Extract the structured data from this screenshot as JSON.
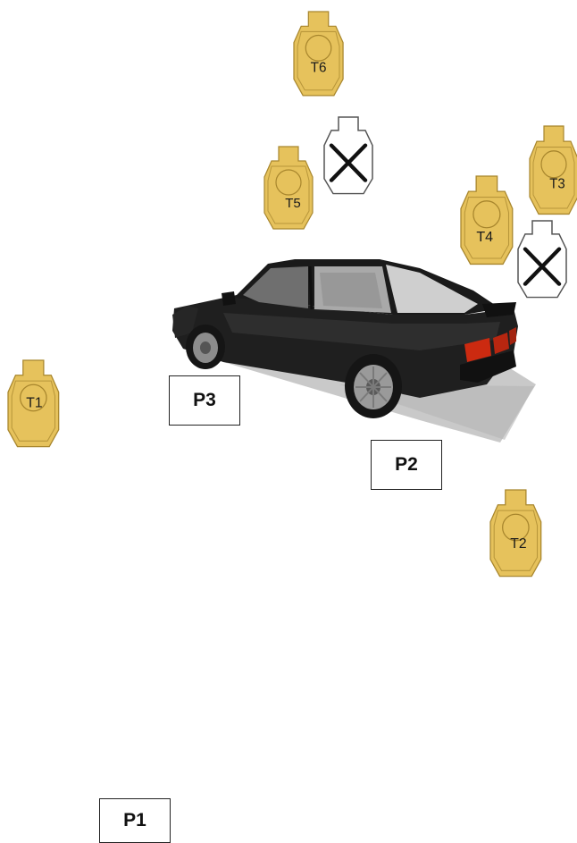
{
  "colors": {
    "shoot_target": "#e6c25c",
    "shoot_target_outline": "#a8862d",
    "no_shoot_outline": "#555555",
    "car_body": "#1d1d1d",
    "tail_light": "#cc2a10",
    "position_border": "#222222"
  },
  "targets": [
    {
      "id": "T1",
      "label": "T1",
      "kind": "shoot"
    },
    {
      "id": "T2",
      "label": "T2",
      "kind": "shoot"
    },
    {
      "id": "T3",
      "label": "T3",
      "kind": "shoot"
    },
    {
      "id": "T4",
      "label": "T4",
      "kind": "shoot"
    },
    {
      "id": "T5",
      "label": "T5",
      "kind": "shoot"
    },
    {
      "id": "T6",
      "label": "T6",
      "kind": "shoot"
    },
    {
      "id": "NS1",
      "label": "",
      "kind": "no-shoot",
      "icon": "x-mark-icon"
    },
    {
      "id": "NS2",
      "label": "",
      "kind": "no-shoot",
      "icon": "x-mark-icon"
    }
  ],
  "positions": [
    {
      "id": "P1",
      "label": "P1"
    },
    {
      "id": "P2",
      "label": "P2"
    },
    {
      "id": "P3",
      "label": "P3"
    }
  ],
  "prop": {
    "icon": "car-icon",
    "kind": "hatchback car"
  }
}
